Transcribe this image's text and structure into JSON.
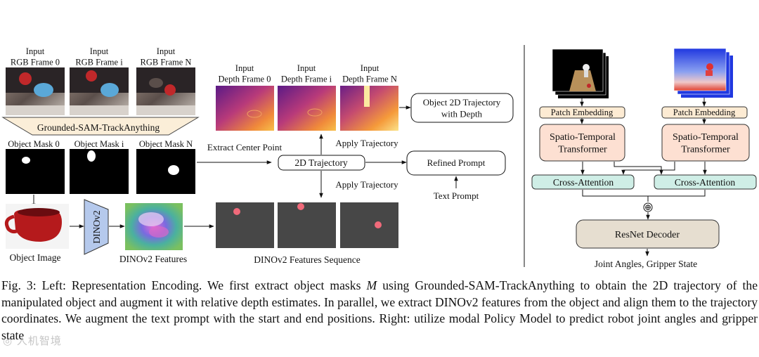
{
  "left_panel": {
    "rgb_frames": [
      "Input\nRGB Frame 0",
      "Input\nRGB Frame i",
      "Input\nRGB Frame N"
    ],
    "grounded_sam": "Grounded-SAM-TrackAnything",
    "object_masks": [
      "Object Mask 0",
      "Object Mask i",
      "Object Mask N"
    ],
    "extract_center_point": "Extract Center Point",
    "depth_frames": [
      "Input\nDepth Frame 0",
      "Input\nDepth Frame i",
      "Input\nDepth Frame N"
    ],
    "trajectory_2d": "2D Trajectory",
    "apply_trajectory_upper": "Apply Trajectory",
    "apply_trajectory_lower": "Apply Trajectory",
    "object_2d_trajectory_depth": "Object 2D Trajectory\nwith Depth",
    "refined_prompt": "Refined Prompt",
    "text_prompt": "Text Prompt",
    "object_image": "Object Image",
    "dinov2": "DINOv2",
    "dinov2_features": "DINOv2 Features",
    "dinov2_features_sequence": "DINOv2 Features Sequence"
  },
  "right_panel": {
    "patch_embedding_left": "Patch Embedding",
    "patch_embedding_right": "Patch Embedding",
    "stt_left": "Spatio-Temporal\nTransformer",
    "stt_right": "Spatio-Temporal\nTransformer",
    "cross_attention_left": "Cross-Attention",
    "cross_attention_right": "Cross-Attention",
    "sum_symbol": "⊕",
    "resnet_decoder": "ResNet Decoder",
    "output": "Joint Angles, Gripper State"
  },
  "caption": {
    "label": "Fig. 3:",
    "part1": "Left: Representation Encoding. We first extract object masks",
    "math": "M",
    "part2": "using Grounded-SAM-TrackAnything to obtain the 2D trajectory of the manipulated object and augment it with relative depth estimates. In parallel, we extract DINOv2 features from the object and align them to the trajectory coordinates. We augment the text prompt with the start and end positions. Right: utilize modal Policy Model to predict robot joint angles and gripper state"
  },
  "watermark": "◎ 人机智境",
  "colors": {
    "patch_embedding_fill": "#fdebd3",
    "transformer_fill": "#fde0d2",
    "cross_attention_fill": "#cfeee6",
    "resnet_fill": "#e6ded0",
    "sam_banner_fill": "#fbeed8",
    "dinov2_fill": "#b5c9ec"
  }
}
